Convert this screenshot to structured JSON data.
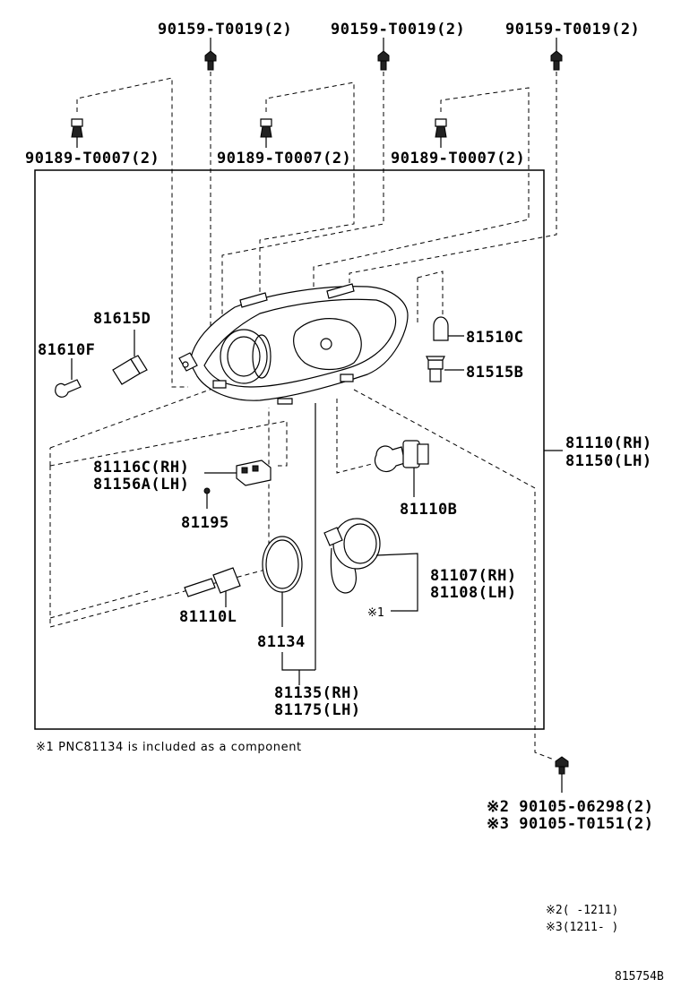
{
  "fasteners": {
    "screw_top_1": "90159-T0019(2)",
    "screw_top_2": "90159-T0019(2)",
    "screw_top_3": "90159-T0019(2)",
    "clip_1": "90189-T0007(2)",
    "clip_2": "90189-T0007(2)",
    "clip_3": "90189-T0007(2)"
  },
  "parts": {
    "p81615D": "81615D",
    "p81610F": "81610F",
    "p81510C": "81510C",
    "p81515B": "81515B",
    "p81110_rh": "81110(RH)",
    "p81150_lh": "81150(LH)",
    "p81116C_rh": "81116C(RH)",
    "p81156A_lh": "81156A(LH)",
    "p81195": "81195",
    "p81110B": "81110B",
    "p81107_rh": "81107(RH)",
    "p81108_lh": "81108(LH)",
    "ref1_mark": "※1",
    "p81110L": "81110L",
    "p81134": "81134",
    "p81135_rh": "81135(RH)",
    "p81175_lh": "81175(LH)"
  },
  "notes": {
    "footnote_1": "※1 PNC81134 is included as a component",
    "bolt_1": "※2 90105-06298(2)",
    "bolt_2": "※3 90105-T0151(2)",
    "range_2": "※2(   -1211)",
    "range_3": "※3(1211-    )",
    "diagram_id": "815754B"
  }
}
